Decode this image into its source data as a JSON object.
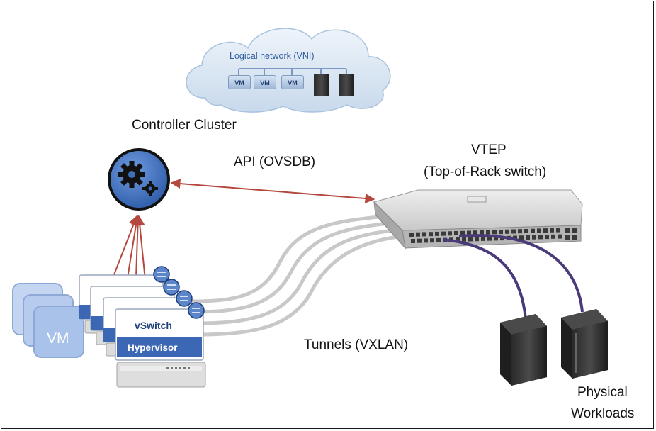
{
  "cloud": {
    "title": "Logical network (VNI)",
    "vm_labels": [
      "VM",
      "VM",
      "VM"
    ]
  },
  "controller": {
    "label": "Controller Cluster"
  },
  "api": {
    "label": "API (OVSDB)"
  },
  "vtep": {
    "title": "VTEP",
    "subtitle": "(Top-of-Rack switch)"
  },
  "hypervisor": {
    "vswitch_label": "vSwitch",
    "hypervisor_label": "Hypervisor",
    "vm_label": "VM"
  },
  "tunnels": {
    "label": "Tunnels (VXLAN)"
  },
  "physical": {
    "line1": "Physical",
    "line2": "Workloads"
  },
  "colors": {
    "api_arrow": "#b5483e",
    "tunnels": "#c8c8c8",
    "workload_links": "#4a3a7a",
    "controller_fill": "#3e6fb8",
    "hypervisor_band": "#3b67b5",
    "vm_card": "#a9c2ea",
    "cloud": "#cfe0f1"
  }
}
